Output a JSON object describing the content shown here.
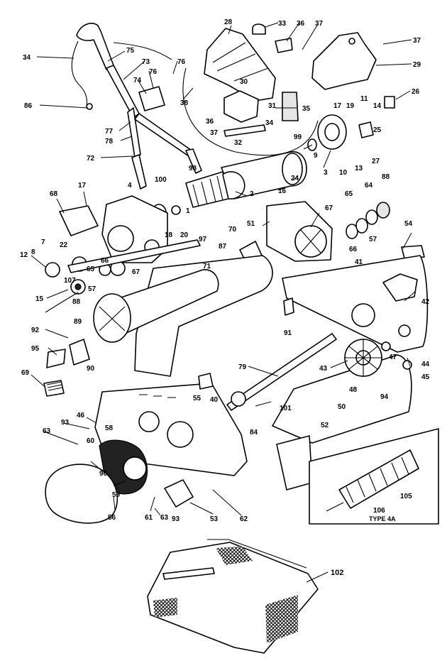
{
  "figure": {
    "inset_label": "TYPE 4A"
  },
  "callouts": [
    {
      "id": "c28",
      "text": "28"
    },
    {
      "id": "c33",
      "text": "33"
    },
    {
      "id": "c36a",
      "text": "36"
    },
    {
      "id": "c37a",
      "text": "37"
    },
    {
      "id": "c37b",
      "text": "37"
    },
    {
      "id": "c29",
      "text": "29"
    },
    {
      "id": "c34a",
      "text": "34"
    },
    {
      "id": "c75",
      "text": "75"
    },
    {
      "id": "c73",
      "text": "73"
    },
    {
      "id": "c76a",
      "text": "76"
    },
    {
      "id": "c76b",
      "text": "76"
    },
    {
      "id": "c74",
      "text": "74"
    },
    {
      "id": "c38",
      "text": "38"
    },
    {
      "id": "c30",
      "text": "30"
    },
    {
      "id": "c31",
      "text": "31"
    },
    {
      "id": "c35",
      "text": "35"
    },
    {
      "id": "c36b",
      "text": "36"
    },
    {
      "id": "c37c",
      "text": "37"
    },
    {
      "id": "c32",
      "text": "32"
    },
    {
      "id": "c34b",
      "text": "34"
    },
    {
      "id": "c86",
      "text": "86"
    },
    {
      "id": "c77",
      "text": "77"
    },
    {
      "id": "c78",
      "text": "78"
    },
    {
      "id": "c72",
      "text": "72"
    },
    {
      "id": "c17a",
      "text": "17"
    },
    {
      "id": "c19",
      "text": "19"
    },
    {
      "id": "c11",
      "text": "11"
    },
    {
      "id": "c14",
      "text": "14"
    },
    {
      "id": "c26",
      "text": "26"
    },
    {
      "id": "c25",
      "text": "25"
    },
    {
      "id": "c99",
      "text": "99"
    },
    {
      "id": "c9",
      "text": "9"
    },
    {
      "id": "c27",
      "text": "27"
    },
    {
      "id": "c13",
      "text": "13"
    },
    {
      "id": "c10",
      "text": "10"
    },
    {
      "id": "c3",
      "text": "3"
    },
    {
      "id": "c98",
      "text": "98"
    },
    {
      "id": "c100",
      "text": "100"
    },
    {
      "id": "c24",
      "text": "24"
    },
    {
      "id": "c16",
      "text": "16"
    },
    {
      "id": "c2",
      "text": "2"
    },
    {
      "id": "c88a",
      "text": "88"
    },
    {
      "id": "c4",
      "text": "4"
    },
    {
      "id": "c17b",
      "text": "17"
    },
    {
      "id": "c68",
      "text": "68"
    },
    {
      "id": "c1",
      "text": "1"
    },
    {
      "id": "c18",
      "text": "18"
    },
    {
      "id": "c20",
      "text": "20"
    },
    {
      "id": "c51",
      "text": "51"
    },
    {
      "id": "c67a",
      "text": "67"
    },
    {
      "id": "c65a",
      "text": "65"
    },
    {
      "id": "c64",
      "text": "64"
    },
    {
      "id": "c57a",
      "text": "57"
    },
    {
      "id": "c66a",
      "text": "66"
    },
    {
      "id": "c54",
      "text": "54"
    },
    {
      "id": "c7",
      "text": "7"
    },
    {
      "id": "c22",
      "text": "22"
    },
    {
      "id": "c97",
      "text": "97"
    },
    {
      "id": "c87",
      "text": "87"
    },
    {
      "id": "c70",
      "text": "70"
    },
    {
      "id": "c8",
      "text": "8"
    },
    {
      "id": "c65b",
      "text": "65"
    },
    {
      "id": "c66b",
      "text": "66"
    },
    {
      "id": "c67b",
      "text": "67"
    },
    {
      "id": "c12",
      "text": "12"
    },
    {
      "id": "c107",
      "text": "107"
    },
    {
      "id": "c57b",
      "text": "57"
    },
    {
      "id": "c71",
      "text": "71"
    },
    {
      "id": "c41",
      "text": "41"
    },
    {
      "id": "c42",
      "text": "42"
    },
    {
      "id": "c88b",
      "text": "88"
    },
    {
      "id": "c15",
      "text": "15"
    },
    {
      "id": "c89",
      "text": "89"
    },
    {
      "id": "c91",
      "text": "91"
    },
    {
      "id": "c92",
      "text": "92"
    },
    {
      "id": "c95",
      "text": "95"
    },
    {
      "id": "c90",
      "text": "90"
    },
    {
      "id": "c47",
      "text": "47"
    },
    {
      "id": "c44",
      "text": "44"
    },
    {
      "id": "c43",
      "text": "43"
    },
    {
      "id": "c45",
      "text": "45"
    },
    {
      "id": "c79",
      "text": "79"
    },
    {
      "id": "c69",
      "text": "69"
    },
    {
      "id": "c55",
      "text": "55"
    },
    {
      "id": "c40",
      "text": "40"
    },
    {
      "id": "c48",
      "text": "48"
    },
    {
      "id": "c94",
      "text": "94"
    },
    {
      "id": "c101",
      "text": "101"
    },
    {
      "id": "c50",
      "text": "50"
    },
    {
      "id": "c93a",
      "text": "93"
    },
    {
      "id": "c46",
      "text": "46"
    },
    {
      "id": "c58",
      "text": "58"
    },
    {
      "id": "c84",
      "text": "84"
    },
    {
      "id": "c63a",
      "text": "63"
    },
    {
      "id": "c60",
      "text": "60"
    },
    {
      "id": "c52",
      "text": "52"
    },
    {
      "id": "c96",
      "text": "96"
    },
    {
      "id": "c59",
      "text": "59"
    },
    {
      "id": "c61",
      "text": "61"
    },
    {
      "id": "c56",
      "text": "56"
    },
    {
      "id": "c63b",
      "text": "63"
    },
    {
      "id": "c53",
      "text": "53"
    },
    {
      "id": "c62",
      "text": "62"
    },
    {
      "id": "c93b",
      "text": "93"
    },
    {
      "id": "c105",
      "text": "105"
    },
    {
      "id": "c106",
      "text": "106"
    },
    {
      "id": "c102",
      "text": "102"
    }
  ]
}
